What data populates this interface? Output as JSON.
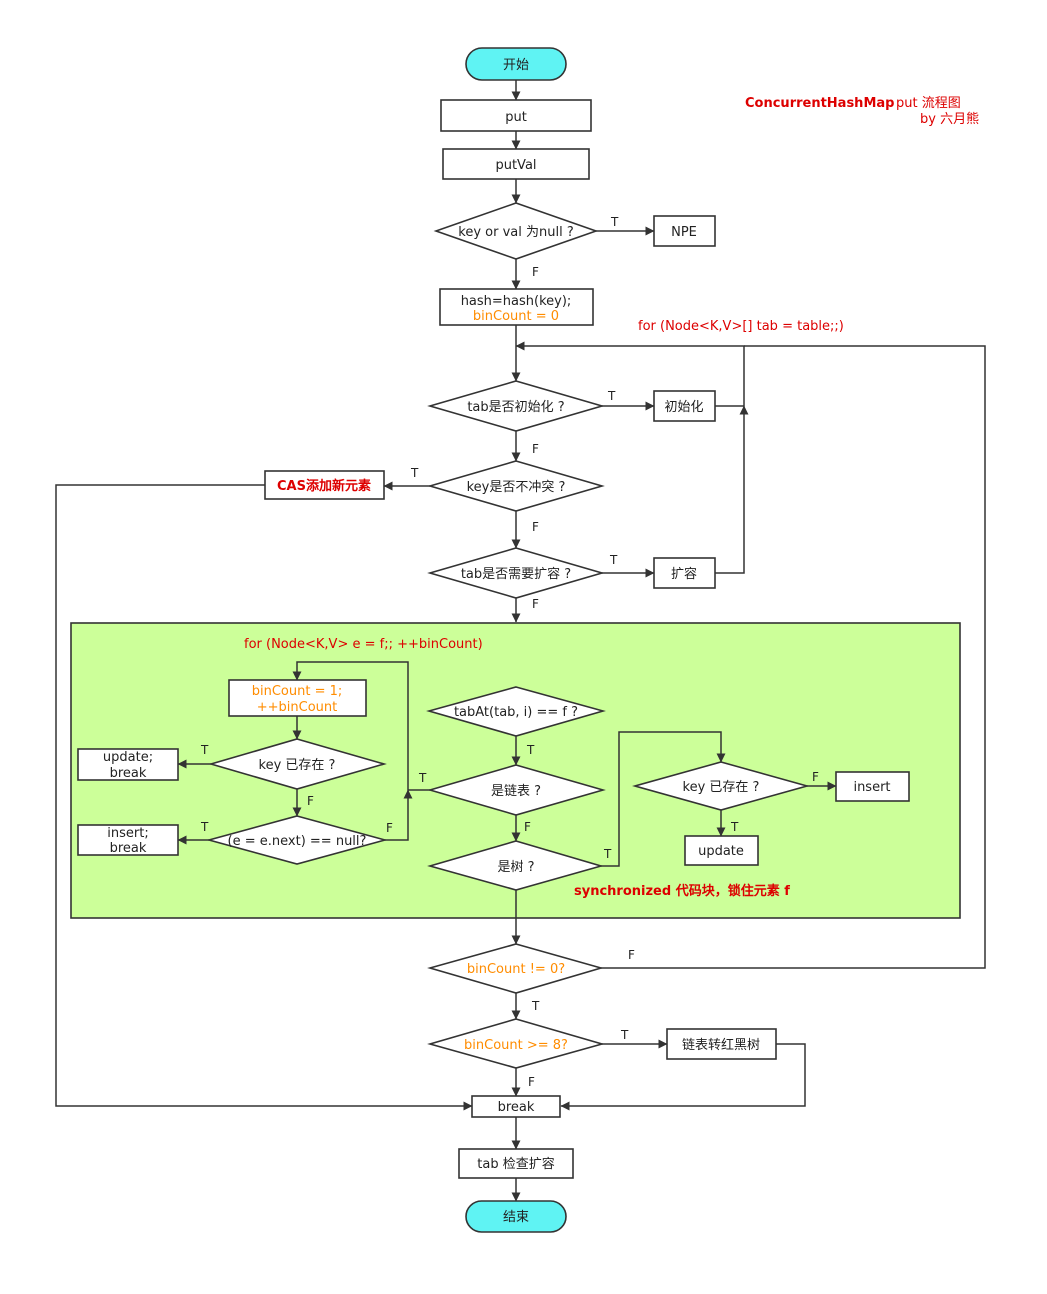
{
  "header": {
    "title": "ConcurrentHashMap",
    "title_rest": "put 流程图",
    "author": "by 六月熊"
  },
  "nodes": {
    "start": "开始",
    "put": "put",
    "putval": "putVal",
    "null_check": "key or val 为null ?",
    "npe": "NPE",
    "hash_line1": "hash=hash(key);",
    "hash_line2": "binCount = 0",
    "for_loop": "for (Node<K,V>[] tab = table;;)",
    "tab_init_check": "tab是否初始化 ?",
    "init": "初始化",
    "no_conflict_check": "key是否不冲突 ?",
    "cas_add": "CAS添加新元素",
    "resize_check": "tab是否需要扩容 ?",
    "resize": "扩容",
    "inner_for": "for (Node<K,V> e = f;; ++binCount)",
    "bincount_line1": "binCount = 1;",
    "bincount_line2": "++binCount",
    "key_exists_left": "key 已存在 ?",
    "update_break_1": "update;",
    "update_break_2": "break",
    "next_null": "(e = e.next) == null?",
    "insert_break_1": "insert;",
    "insert_break_2": "break",
    "tabat_check": "tabAt(tab, i) == f ?",
    "is_list": "是链表 ?",
    "is_tree": "是树 ?",
    "key_exists_right": "key 已存在 ?",
    "insert": "insert",
    "update": "update",
    "sync_note": "synchronized 代码块，锁住元素 f",
    "bincount_nonzero": "binCount != 0?",
    "bincount_ge8": "binCount >= 8?",
    "treeify": "链表转红黑树",
    "break": "break",
    "tab_check_resize": "tab 检查扩容",
    "end": "结束"
  },
  "edge_labels": {
    "t": "T",
    "f": "F"
  },
  "colors": {
    "terminal_fill": "#5ff3f3",
    "sync_region_fill": "#ccff99",
    "highlight_orange": "#ff8c00",
    "highlight_red": "#dd0000"
  }
}
